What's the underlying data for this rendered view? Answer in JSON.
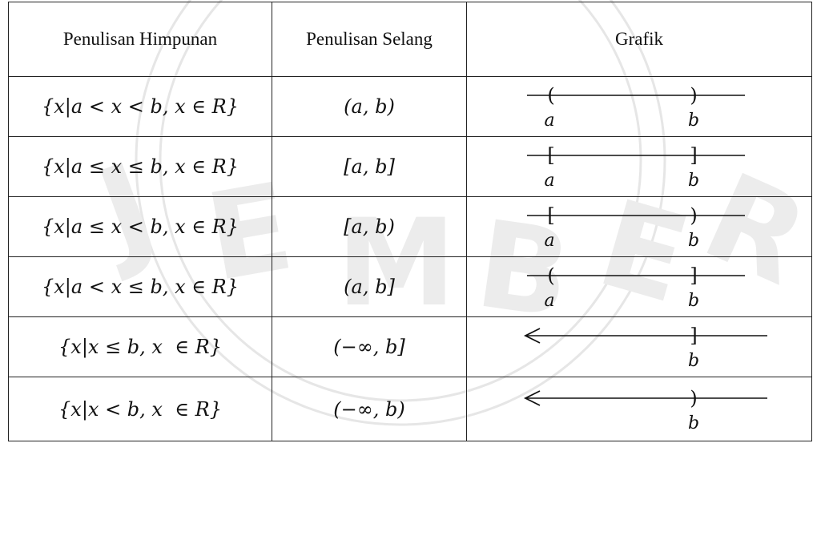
{
  "table": {
    "headers": [
      "Penulisan Himpunan",
      "Penulisan Selang",
      "Grafik"
    ],
    "rows": [
      {
        "set": "{x|a < x < b, x ∈ R}",
        "interval": "(a, b)",
        "graph": {
          "left": "(",
          "right": ")",
          "left_label": "a",
          "right_label": "b",
          "arrow_left": false
        }
      },
      {
        "set": "{x|a ≤ x ≤ b, x ∈ R}",
        "interval": "[a, b]",
        "graph": {
          "left": "[",
          "right": "]",
          "left_label": "a",
          "right_label": "b",
          "arrow_left": false
        }
      },
      {
        "set": "{x|a ≤ x < b, x ∈ R}",
        "interval": "[a, b)",
        "graph": {
          "left": "[",
          "right": ")",
          "left_label": "a",
          "right_label": "b",
          "arrow_left": false
        }
      },
      {
        "set": "{x|a < x ≤ b, x ∈ R}",
        "interval": "(a, b]",
        "graph": {
          "left": "(",
          "right": "]",
          "left_label": "a",
          "right_label": "b",
          "arrow_left": false
        }
      },
      {
        "set": "{x|x ≤ b, x  ∈ R}",
        "interval": "(−∞, b]",
        "graph": {
          "left": "",
          "right": "]",
          "left_label": "",
          "right_label": "b",
          "arrow_left": true
        }
      },
      {
        "set": "{x|x < b, x  ∈ R}",
        "interval": "(−∞, b)",
        "graph": {
          "left": "",
          "right": ")",
          "left_label": "",
          "right_label": "b",
          "arrow_left": true
        }
      }
    ]
  },
  "colors": {
    "ink": "#111111",
    "watermark": "#dcdcdc"
  }
}
